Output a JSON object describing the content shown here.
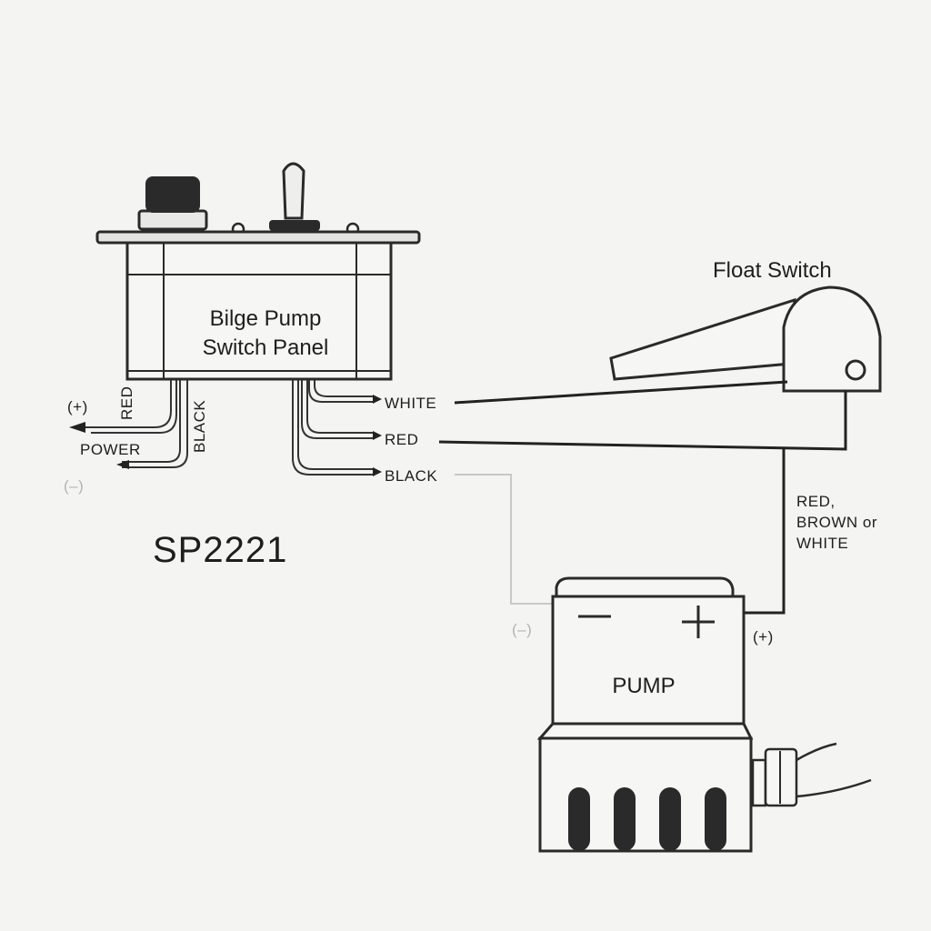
{
  "switch_panel": {
    "title_line1": "Bilge Pump",
    "title_line2": "Switch Panel",
    "power_plus": "(+)",
    "power_minus": "(–)",
    "power_label": "POWER",
    "power_wire_red": "RED",
    "power_wire_black": "BLACK",
    "output_wires": [
      "WHITE",
      "RED",
      "BLACK"
    ]
  },
  "model": "SP2221",
  "float_switch": {
    "title": "Float Switch",
    "wire_note_line1": "RED,",
    "wire_note_line2": "BROWN or",
    "wire_note_line3": "WHITE"
  },
  "pump": {
    "label": "PUMP",
    "minus_terminal": "(–)",
    "plus_terminal": "(+)"
  }
}
